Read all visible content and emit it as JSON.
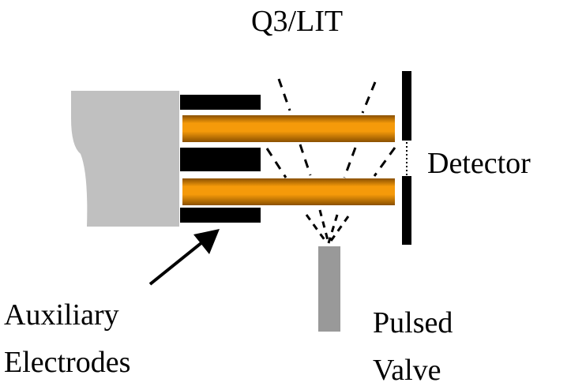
{
  "title": "Q3/LIT",
  "labels": {
    "detector": "Detector",
    "aux_line1": "Auxiliary",
    "aux_line2": "Electrodes",
    "valve_line1": "Pulsed",
    "valve_line2": "Valve"
  },
  "colors": {
    "rod": "#f59a0a",
    "rod_edge": "#8a5000",
    "block": "#c0c0c0",
    "electrode": "#000000",
    "valve": "#999999"
  }
}
